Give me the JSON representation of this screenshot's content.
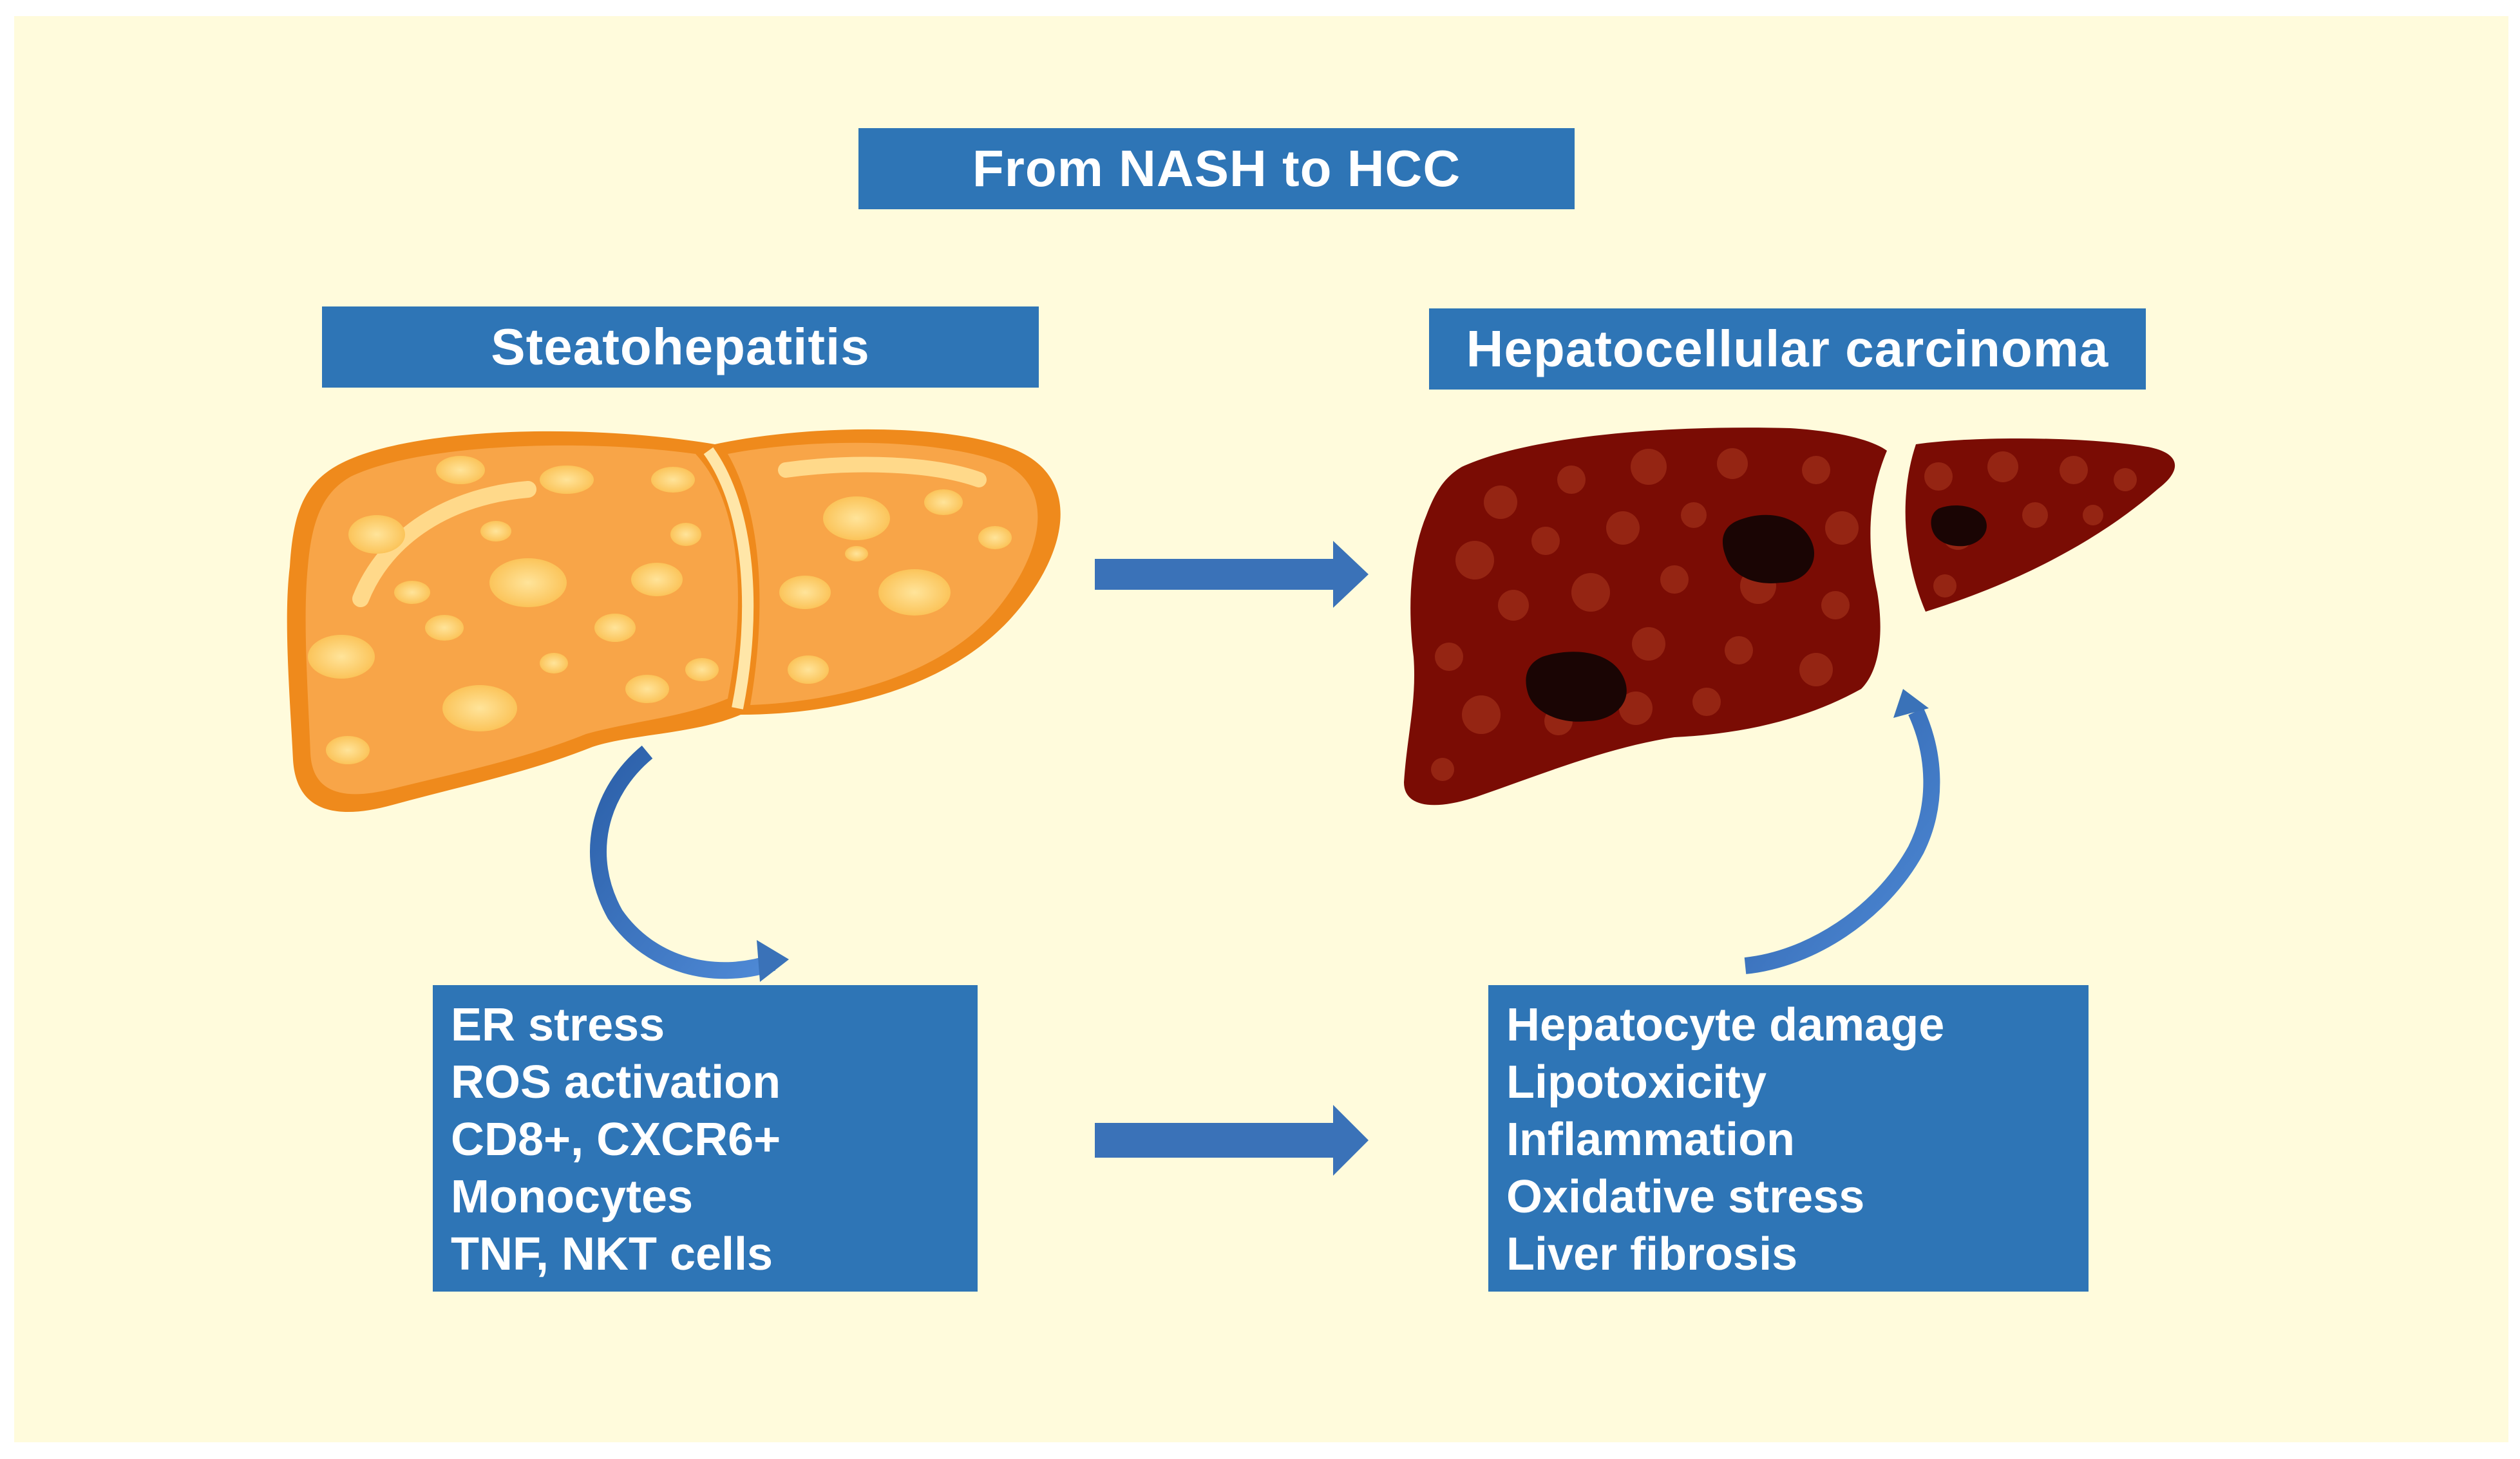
{
  "diagram": {
    "title": "From NASH to HCC",
    "left_stage": {
      "label": "Steatohepatitis",
      "factors": [
        "ER stress",
        "ROS activation",
        "CD8+, CXCR6+",
        "Monocytes",
        "TNF, NKT cells"
      ]
    },
    "right_stage": {
      "label": "Hepatocellular carcinoma",
      "factors": [
        "Hepatocyte damage",
        "Lipotoxicity",
        "Inflammation",
        "Oxidative stress",
        "Liver fibrosis"
      ]
    }
  },
  "colors": {
    "background": "#fffbdc",
    "label_fill": "#2e75b6",
    "label_text": "#ffffff",
    "arrow": "#3a72b8",
    "healthy_liver": "#f5a03a",
    "diseased_liver": "#7a0c04",
    "tumor": "#1a0504"
  },
  "icons": {
    "left_liver": "fatty-liver-icon",
    "right_liver": "cancerous-liver-icon"
  }
}
